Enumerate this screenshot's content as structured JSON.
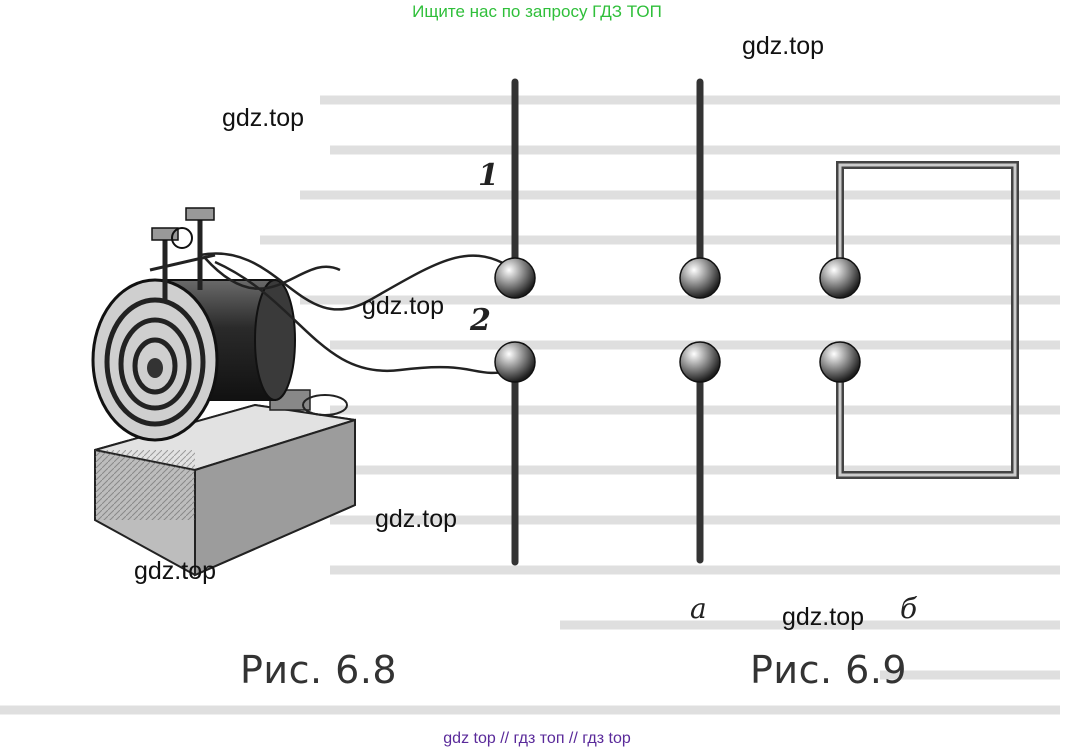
{
  "banner_top": "Ищите нас по запросу ГДЗ ТОП",
  "banner_bottom": "gdz top  //  гдз топ  //  гдз top",
  "watermarks": [
    "gdz.top",
    "gdz.top",
    "gdz.top",
    "gdz.top",
    "gdz.top",
    "gdz.top"
  ],
  "captions": {
    "fig68": "Рис. 6.8",
    "fig69": "Рис. 6.9"
  },
  "labels": {
    "one": "1",
    "two": "2",
    "a": "а",
    "b": "б"
  },
  "colors": {
    "banner_top": "#2fbf3a",
    "banner_bottom": "#5a2a9a"
  }
}
